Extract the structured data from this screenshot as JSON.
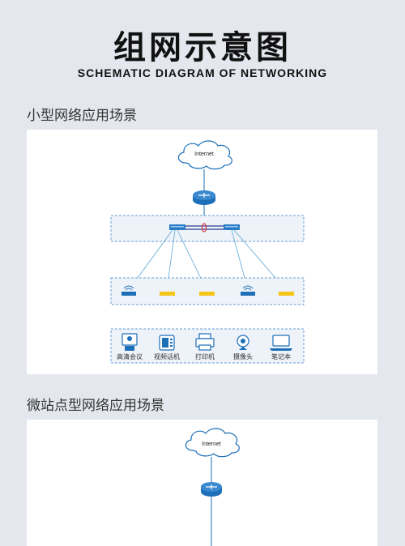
{
  "header": {
    "title_cn": "组网示意图",
    "title_en": "SCHEMATIC DIAGRAM OF NETWORKING"
  },
  "section1": {
    "title": "小型网络应用场景",
    "cloud_label": "Internet",
    "terminals": [
      "高清会议",
      "视频话机",
      "打印机",
      "摄像头",
      "笔记本"
    ]
  },
  "section2": {
    "title": "微站点型网络应用场景",
    "cloud_label": "Internet"
  },
  "colors": {
    "accent_blue": "#1d6fb8",
    "link": "#5aa6d6",
    "zone_border": "#6a9fd4",
    "zone_fill": "#eef2f9",
    "ap_yellow": "#f5c518",
    "stack_red": "#d9333f"
  },
  "icons": [
    "cloud-icon",
    "router-icon",
    "switch-icon",
    "wifi-ap-icon",
    "ap-panel-icon",
    "conference-terminal-icon",
    "video-phone-icon",
    "printer-icon",
    "camera-icon",
    "laptop-icon"
  ]
}
